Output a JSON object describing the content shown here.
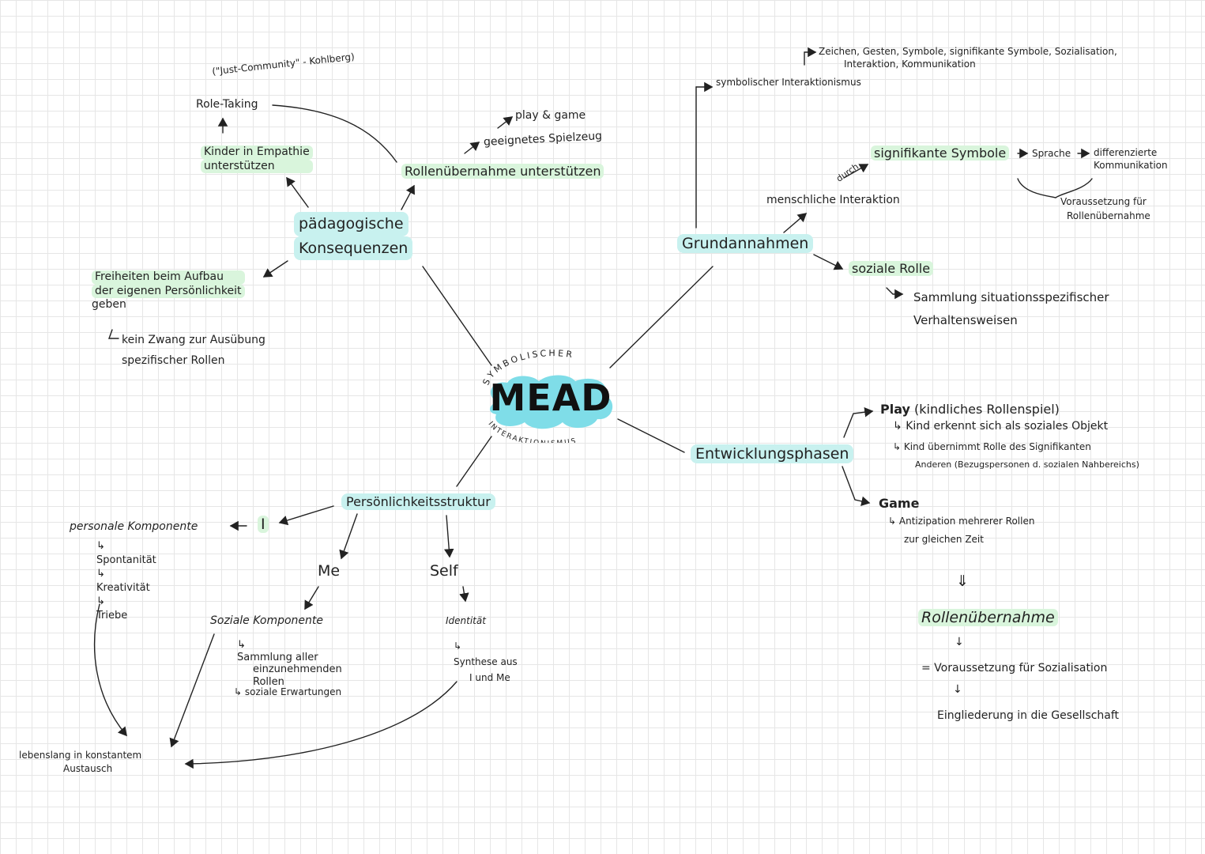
{
  "center": {
    "title": "MEAD",
    "arc_top": "SYMBOLISCHER",
    "arc_bottom": "INTERAKTIONISMUS",
    "cloud_color": "#7fdde8"
  },
  "colors": {
    "green_highlight": "#d9f5dc",
    "teal_highlight": "#c8f1ef",
    "ink": "#222222"
  },
  "paed": {
    "title_line1": "pädagogische",
    "title_line2": "Konsequenzen",
    "just_community": "(\"Just-Community\" - Kohlberg)",
    "role_taking": "Role-Taking",
    "empathie_line1": "Kinder in Empathie",
    "empathie_line2": "unterstützen",
    "rolle_unterstuetzen": "Rollenübernahme unterstützen",
    "spielzeug": "geeignetes Spielzeug",
    "play_game": "play & game",
    "freiheit_line1": "Freiheiten beim Aufbau",
    "freiheit_line2": "der eigenen Persönlichkeit",
    "freiheit_line3": "geben",
    "zwang_line1": "kein Zwang zur Ausübung",
    "zwang_line2": "spezifischer Rollen"
  },
  "grund": {
    "title": "Grundannahmen",
    "symb_inter": "symbolischer Interaktionismus",
    "zeichen_line1": "Zeichen, Gesten, Symbole, signifikante Symbole, Sozialisation,",
    "zeichen_line2": "Interaktion, Kommunikation",
    "durch": "durch",
    "menschliche": "menschliche Interaktion",
    "signifikante": "signifikante Symbole",
    "sprache": "Sprache",
    "diff_line1": "differenzierte",
    "diff_line2": "Kommunikation",
    "vor_line1": "Voraussetzung für",
    "vor_line2": "Rollenübernahme",
    "soziale_rolle": "soziale Rolle",
    "sammlung_line1": "Sammlung situationsspezifischer",
    "sammlung_line2": "Verhaltensweisen"
  },
  "entw": {
    "title": "Entwicklungsphasen",
    "play": "Play",
    "play_desc": "(kindliches Rollenspiel)",
    "play_p1": "Kind erkennt sich als soziales Objekt",
    "play_p2a": "Kind übernimmt Rolle des Signifikanten",
    "play_p2b": "Anderen (Bezugspersonen d. sozialen Nahbereichs)",
    "game": "Game",
    "game_p1": "Antizipation mehrerer Rollen",
    "game_p2": "zur gleichen Zeit",
    "double_arrow": "⇓",
    "rollenuebernahme": "Rollenübernahme",
    "arrow": "↓",
    "voraussetzung": "= Voraussetzung für Sozialisation",
    "eingliederung": "Eingliederung in die Gesellschaft"
  },
  "pers": {
    "title": "Persönlichkeitsstruktur",
    "I": "I",
    "personale": "personale Komponente",
    "spontan": "Spontanität",
    "kreativ": "Kreativität",
    "triebe": "Triebe",
    "me": "Me",
    "soziale_komp": "Soziale Komponente",
    "samm_line1": "Sammlung aller",
    "samm_line2": "einzunehmenden",
    "samm_line3": "Rollen",
    "erwartungen": "soziale Erwartungen",
    "self": "Self",
    "identitaet": "Identität",
    "synth_line1": "Synthese aus",
    "synth_line2": "I und Me",
    "lebenslang_line1": "lebenslang in konstantem",
    "lebenslang_line2": "Austausch"
  }
}
